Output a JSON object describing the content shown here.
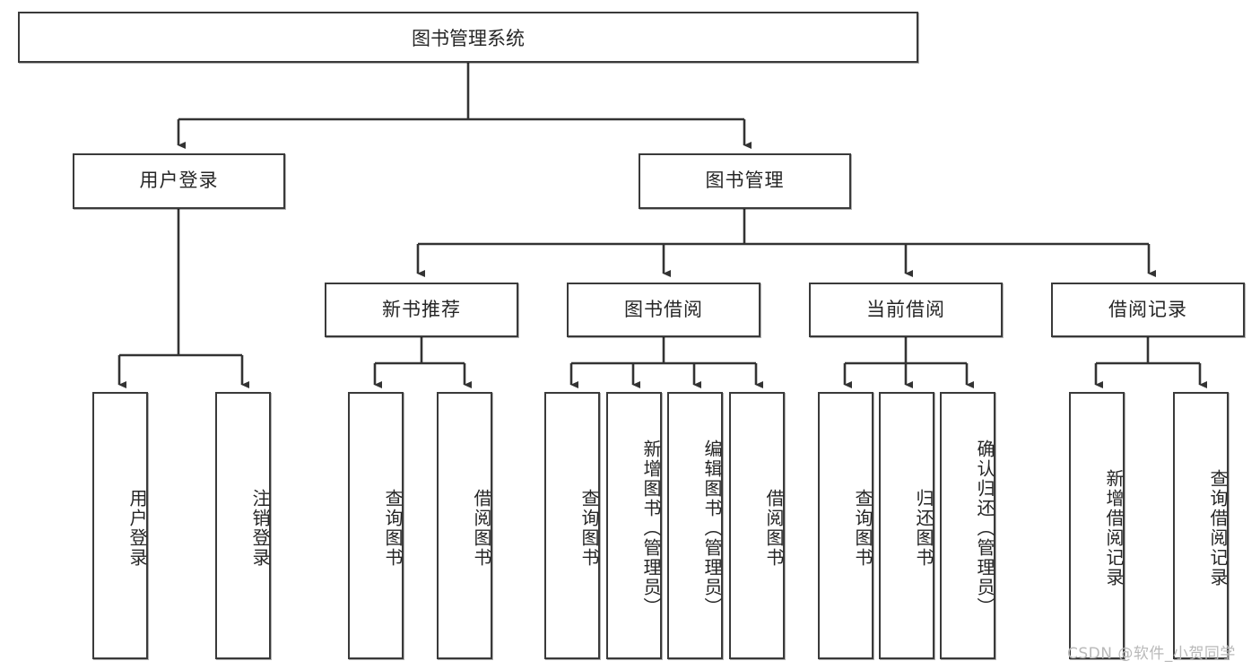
{
  "diagram": {
    "title": "图书管理系统",
    "type": "tree-hierarchy-chart",
    "root": {
      "label": "图书管理系统"
    },
    "level2": [
      {
        "label": "用户登录"
      },
      {
        "label": "图书管理"
      }
    ],
    "level3": [
      {
        "label": "新书推荐"
      },
      {
        "label": "图书借阅"
      },
      {
        "label": "当前借阅"
      },
      {
        "label": "借阅记录"
      }
    ],
    "leaves": {
      "user_login": [
        {
          "label": "用户登录"
        },
        {
          "label": "注销登录"
        }
      ],
      "new_book_recommend": [
        {
          "label": "查询图书"
        },
        {
          "label": "借阅图书"
        }
      ],
      "book_borrow": [
        {
          "label": "查询图书"
        },
        {
          "label": "新增图书（管理员）"
        },
        {
          "label": "编辑图书（管理员）"
        },
        {
          "label": "借阅图书"
        }
      ],
      "current_borrow": [
        {
          "label": "查询图书"
        },
        {
          "label": "归还图书"
        },
        {
          "label": "确认归还（管理员）"
        }
      ],
      "borrow_record": [
        {
          "label": "新增借阅记录"
        },
        {
          "label": "查询借阅记录"
        }
      ]
    }
  },
  "watermark": {
    "text": "CSDN @软件_小贺同学"
  },
  "colors": {
    "border": "#3a3a3a",
    "text": "#262626",
    "background": "#ffffff",
    "watermark": "#b9b9b9"
  }
}
